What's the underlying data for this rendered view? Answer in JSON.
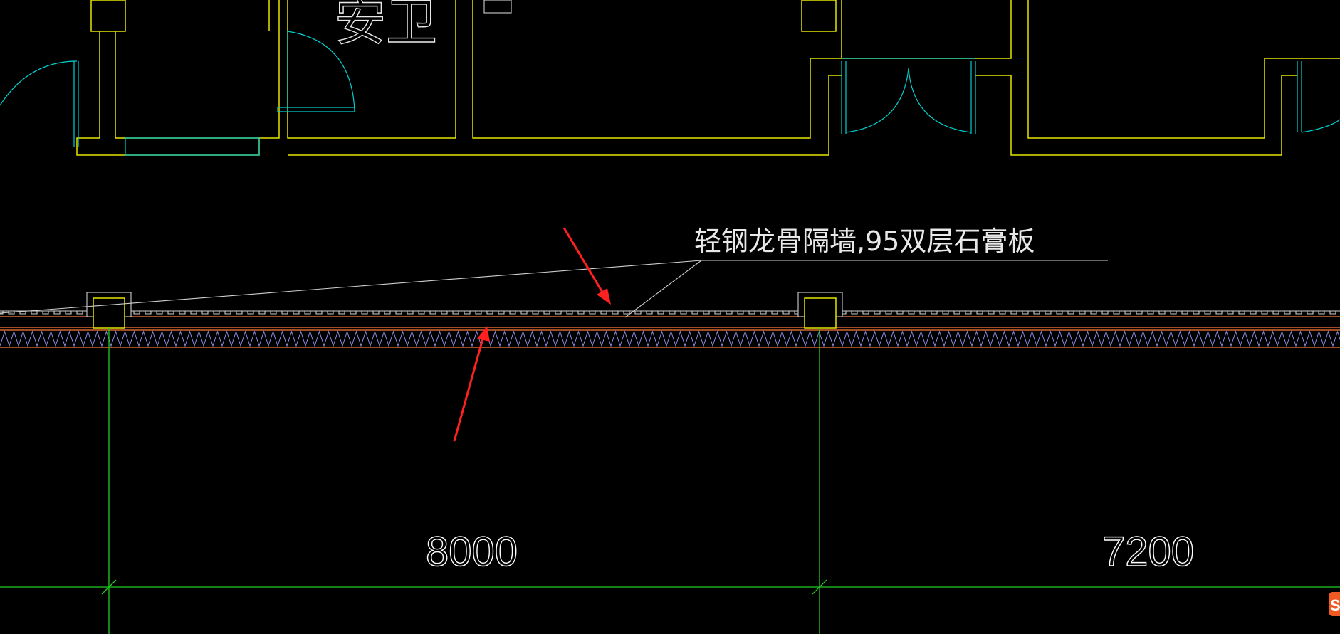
{
  "drawing": {
    "room_label": "安卫",
    "annotation_note": "轻钢龙骨隔墙,95双层石膏板",
    "dimensions": [
      {
        "id": "span-1",
        "value": "8000"
      },
      {
        "id": "span-2",
        "value": "7200"
      }
    ],
    "colors": {
      "background": "#000000",
      "walls": "#e6e600",
      "doors": "#00d0d0",
      "axis_grid": "#22cc22",
      "partition_outline": "#ff7a3a",
      "insulation_hatch": "#8a8ae0",
      "leader_lines": "#cfcfcf",
      "callout_arrows": "#ff2020"
    }
  },
  "icons": {
    "corner_badge": "app-logo-icon"
  }
}
